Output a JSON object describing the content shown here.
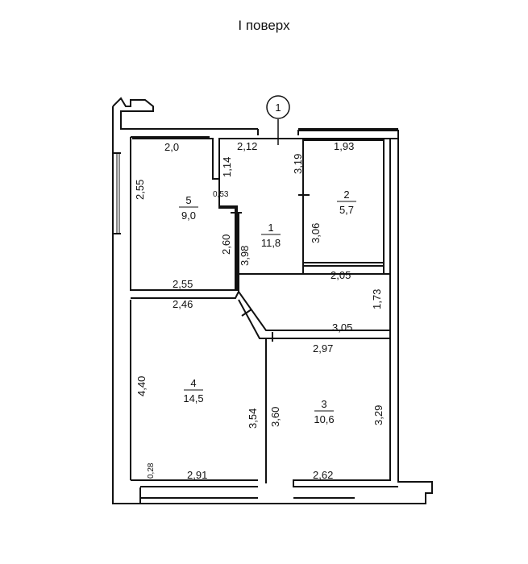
{
  "title": "I поверх",
  "section_marker": "1",
  "rooms": [
    {
      "number": "1",
      "area": "11,8"
    },
    {
      "number": "2",
      "area": "5,7"
    },
    {
      "number": "3",
      "area": "10,6"
    },
    {
      "number": "4",
      "area": "14,5"
    },
    {
      "number": "5",
      "area": "9,0"
    }
  ],
  "dimensions": {
    "r5_top": "2,0",
    "r5_left": "2,55",
    "r5_bottom": "2,55",
    "r5_right": "2,60",
    "r5_notch": "0,53",
    "r1_top": "2,12",
    "r1_left_upper": "1,14",
    "r1_right_upper": "3,19",
    "r1_left_mid": "3,98",
    "r1_right_lower": "1,73",
    "r1_bottom_right": "2,05",
    "corr_bottom": "3,05",
    "r2_top": "1,93",
    "r2_left": "3,06",
    "r4_top": "2,46",
    "r4_left": "4,40",
    "r4_right": "3,54",
    "r4_bottom": "2,91",
    "r4_corner": "0,28",
    "r3_top": "2,97",
    "r3_left": "3,60",
    "r3_right": "3,29",
    "r3_bottom": "2,62"
  }
}
